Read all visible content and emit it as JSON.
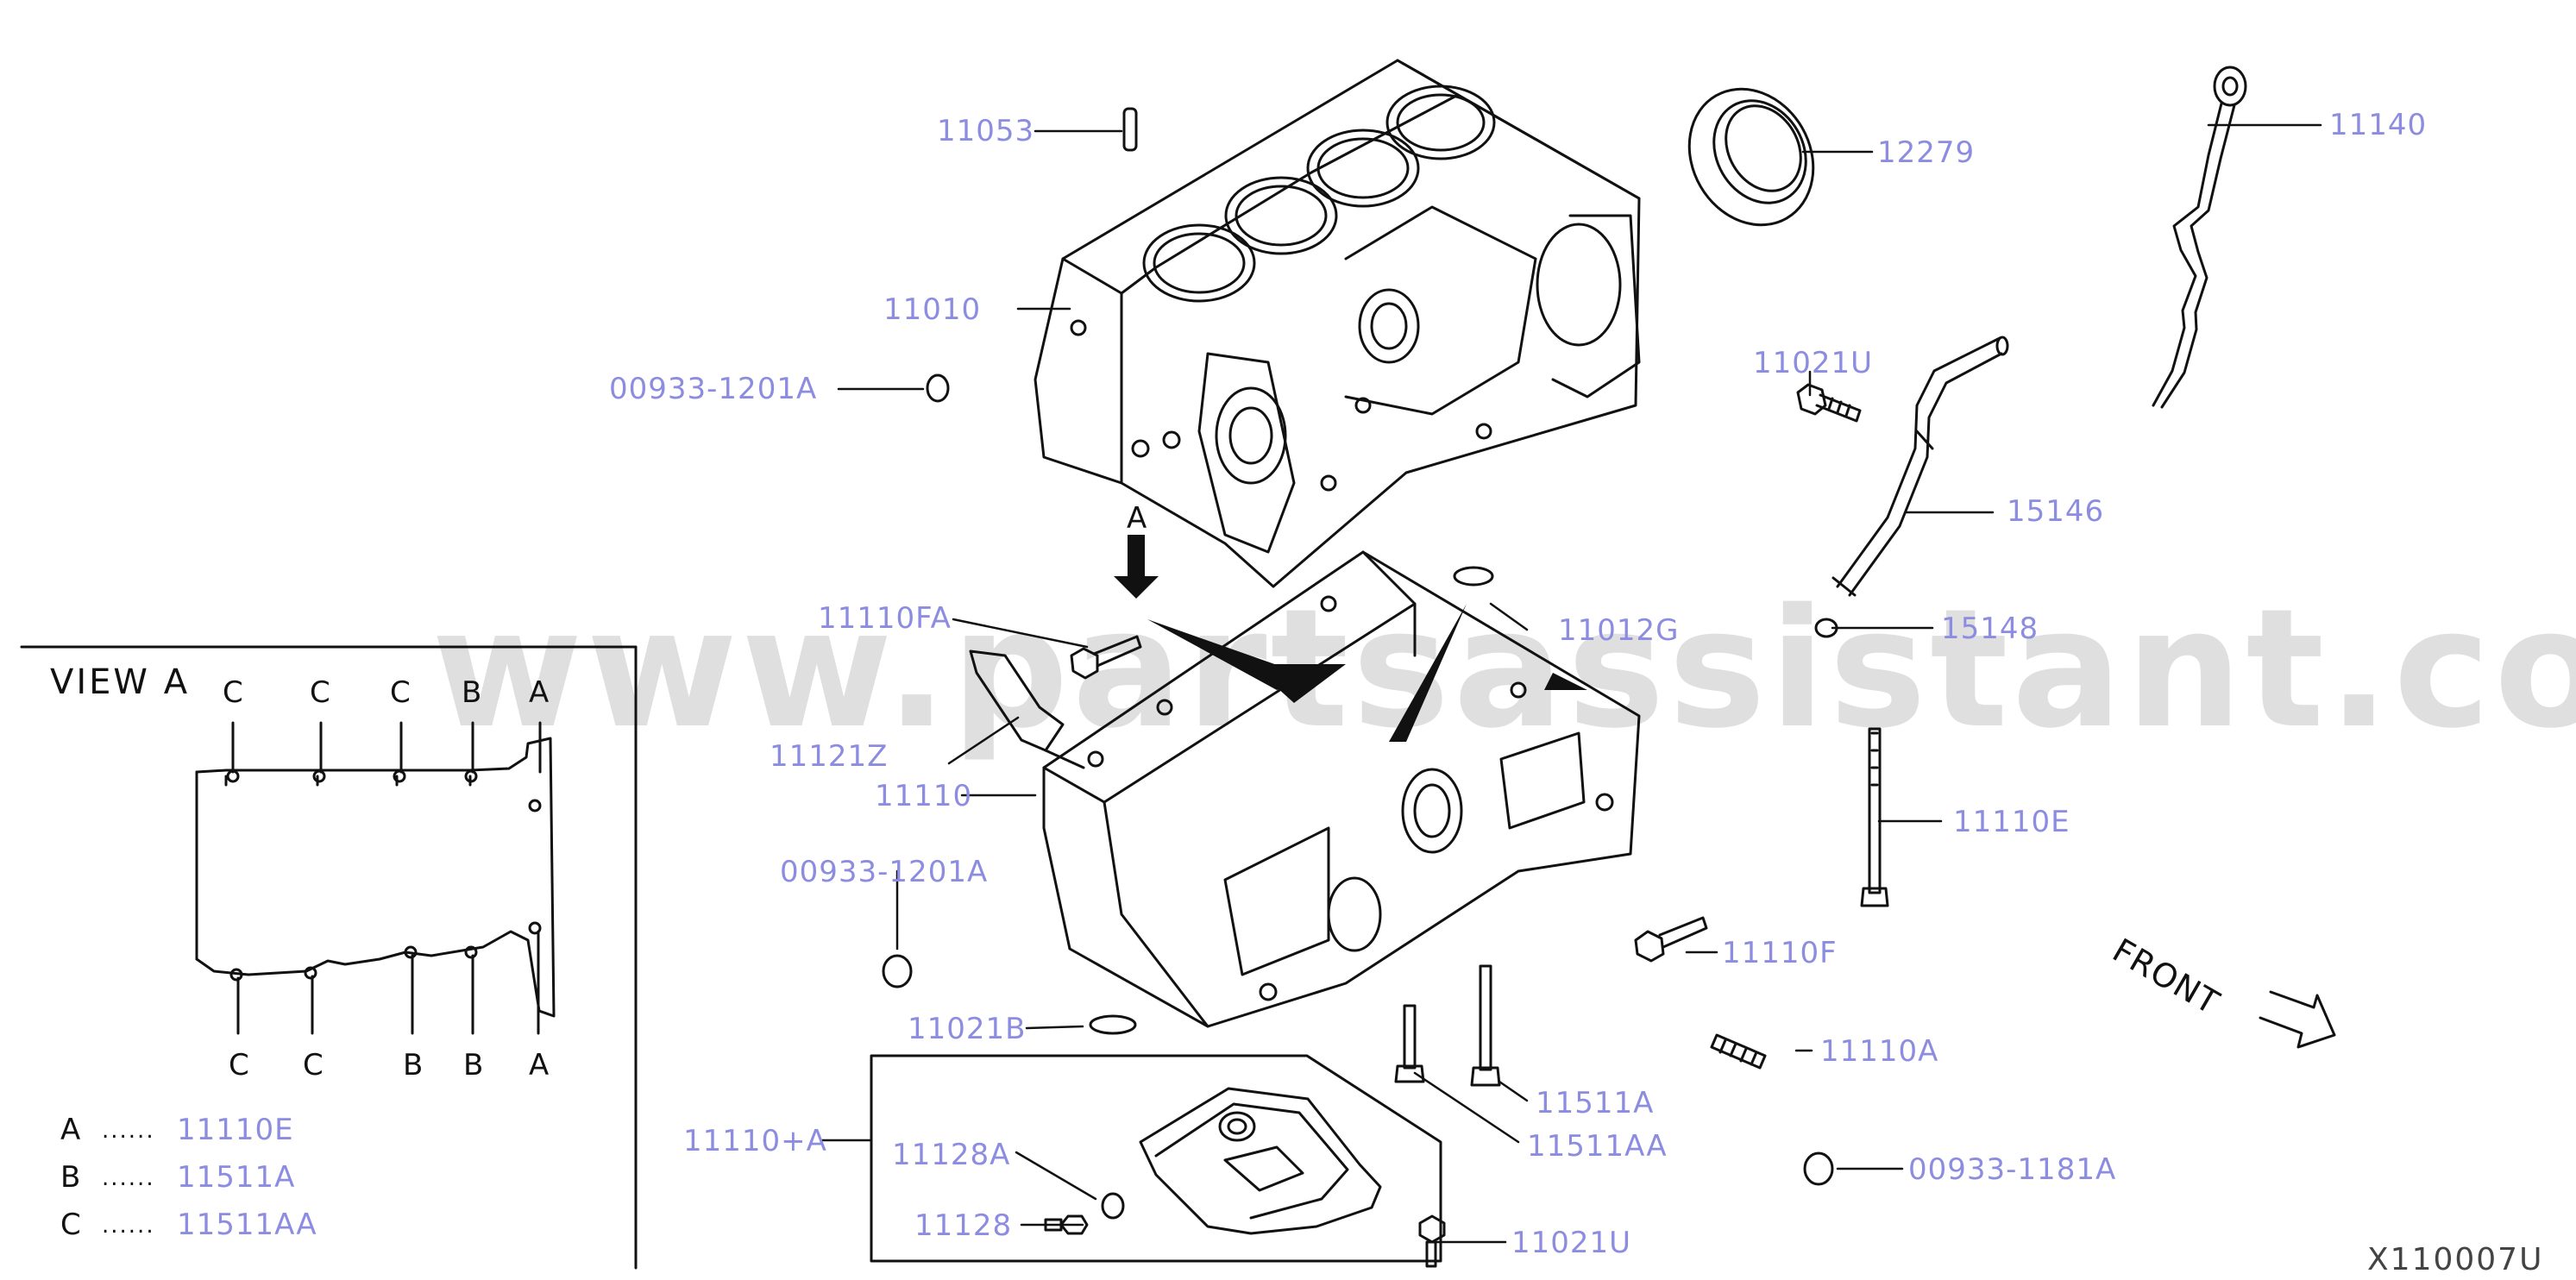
{
  "watermark": "www.partsassistant.com",
  "view": {
    "title": "VIEW A",
    "top_letters": [
      "C",
      "C",
      "C",
      "B",
      "A"
    ],
    "bottom_letters": [
      "C",
      "C",
      "B",
      "B",
      "A"
    ],
    "legend": [
      {
        "key": "A",
        "dots": "......",
        "part": "11110E"
      },
      {
        "key": "B",
        "dots": "......",
        "part": "11511A"
      },
      {
        "key": "C",
        "dots": "......",
        "part": "11511AA"
      }
    ]
  },
  "arrow_label": "A",
  "front_label": "FRONT",
  "reference": "X110007U",
  "parts": {
    "p11053": "11053",
    "p12279": "12279",
    "p11140": "11140",
    "p11010": "11010",
    "p00933_1201A_top": "00933-1201A",
    "p11021U_top": "11021U",
    "p15146": "15146",
    "p15148": "15148",
    "p11110FA": "11110FA",
    "p11012G": "11012G",
    "p11121Z": "11121Z",
    "p11110": "11110",
    "p11110E": "11110E",
    "p00933_1201A_mid": "00933-1201A",
    "p11110F": "11110F",
    "p11021B": "11021B",
    "p11110A": "11110A",
    "p11511A": "11511A",
    "p11110plusA": "11110+A",
    "p11128A": "11128A",
    "p11511AA": "11511AA",
    "p00933_1181A": "00933-1181A",
    "p11128": "11128",
    "p11021U_bot": "11021U"
  }
}
